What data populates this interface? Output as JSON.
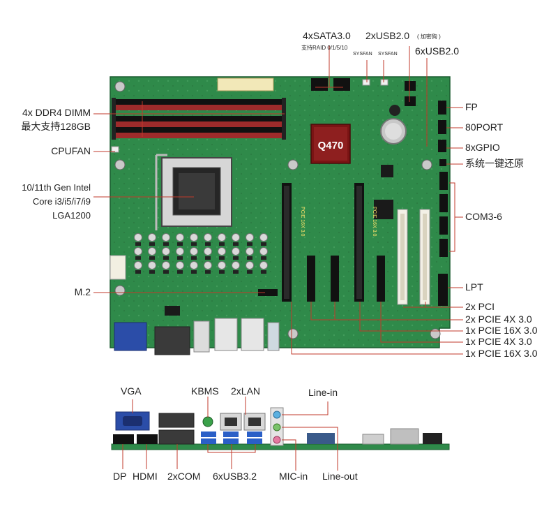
{
  "board": {
    "chipset_label": "Q470",
    "slot_silkscreen": "PCIE 16X 3.0"
  },
  "callouts_top": {
    "sata": "4xSATA3.0",
    "raid": "支持RAID 0/1/5/10",
    "sysfan1": "SYSFAN",
    "sysfan2": "SYSFAN",
    "usb_2x": "2xUSB2.0",
    "usb_2x_note": "( 加密狗 )",
    "usb_6x": "6xUSB2.0"
  },
  "callouts_left": {
    "ddr_line1": "4x DDR4 DIMM",
    "ddr_line2": "最大支持128GB",
    "cpufan": "CPUFAN",
    "cpu_line1": "10/11th Gen Intel",
    "cpu_line2": "Core i3/i5/i7/i9",
    "cpu_line3": "LGA1200",
    "m2": "M.2"
  },
  "callouts_right": {
    "fp": "FP",
    "port80": "80PORT",
    "gpio": "8xGPIO",
    "restore": "系统一键还原",
    "com36": "COM3-6",
    "lpt": "LPT",
    "pci": "2x PCI",
    "pcie4x_a": "2x PCIE 4X 3.0",
    "pcie16x_a": "1x PCIE 16X 3.0",
    "pcie4x_b": "1x PCIE 4X 3.0",
    "pcie16x_b": "1x PCIE 16X 3.0"
  },
  "io_labels": {
    "vga": "VGA",
    "kbms": "KBMS",
    "lan": "2xLAN",
    "linein": "Line-in",
    "dp": "DP",
    "hdmi": "HDMI",
    "com2": "2xCOM",
    "usb32": "6xUSB3.2",
    "mic": "MIC-in",
    "lineout": "Line-out"
  },
  "colors": {
    "pcb": "#2f8a4a",
    "pcb_dark": "#1f6b36",
    "dimm_red": "#9e2b2b",
    "leader": "#c0392b",
    "heatsink": "#7a1414"
  }
}
